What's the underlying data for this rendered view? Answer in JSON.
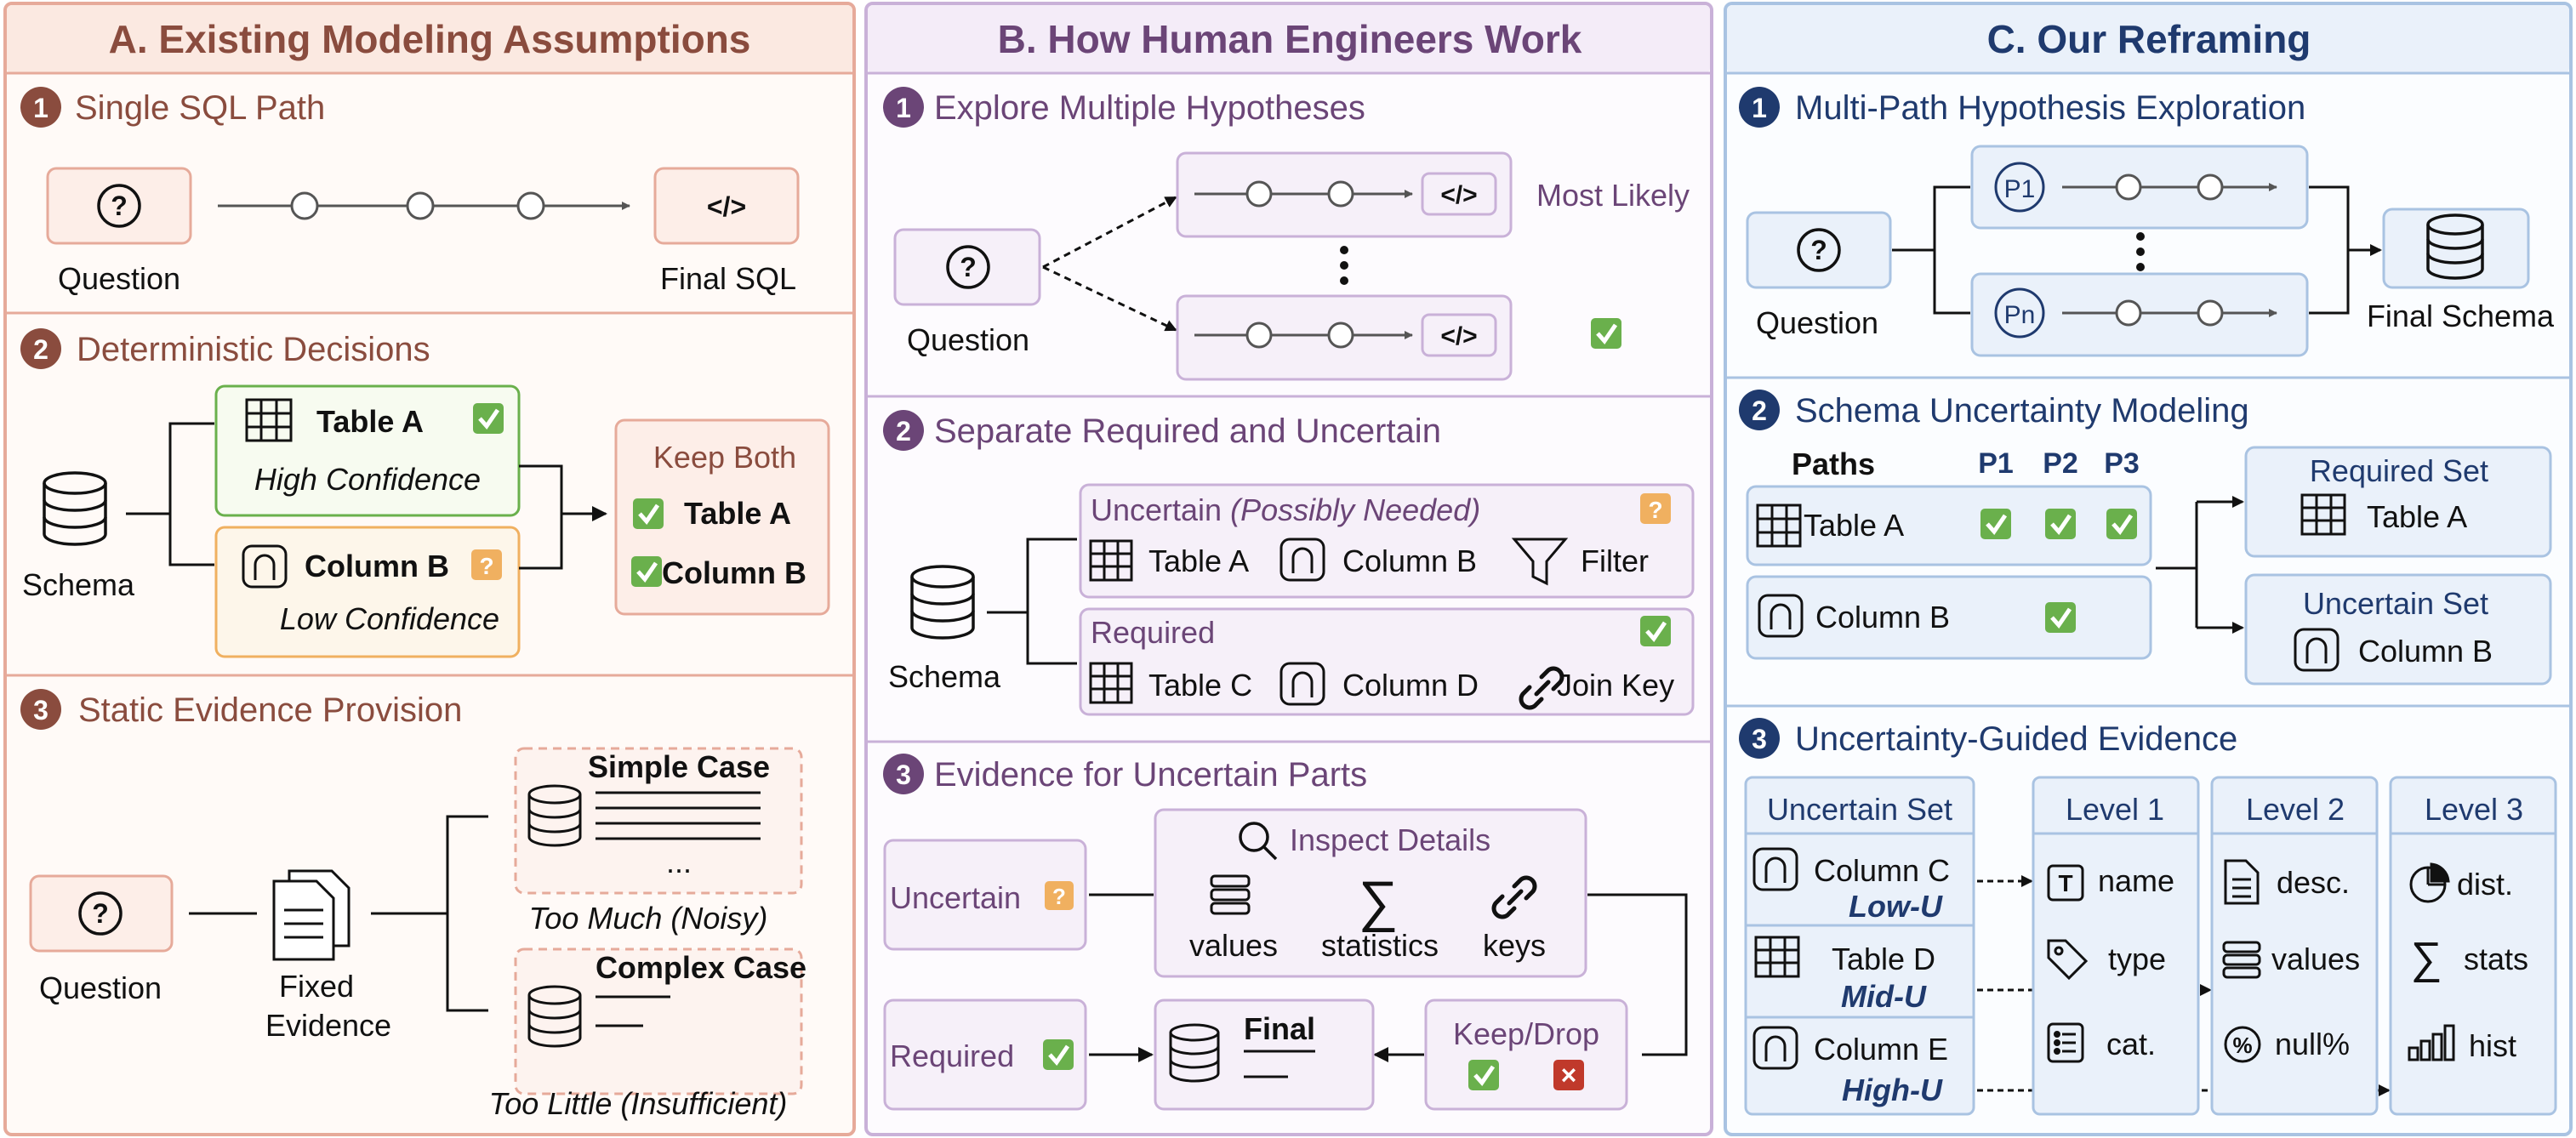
{
  "colors": {
    "panel_a_border": "#e6aa9a",
    "panel_a_header_bg": "#fbe9e1",
    "panel_a_title": "#8a4c3e",
    "panel_b_border": "#c9b1d8",
    "panel_b_header_bg": "#f4ecf8",
    "panel_b_title": "#6b4577",
    "panel_c_border": "#a9c3e2",
    "panel_c_header_bg": "#eaf1fa",
    "panel_c_title": "#1f3a6e",
    "check_green": "#6ab04c",
    "question_orange": "#f0b060",
    "cross_red": "#c0392b"
  },
  "panel_a": {
    "title": "A. Existing Modeling Assumptions",
    "s1": {
      "num": "1",
      "title": "Single SQL Path",
      "question_icon": "?",
      "question_label": "Question",
      "sql_icon": "</>",
      "sql_label": "Final SQL"
    },
    "s2": {
      "num": "2",
      "title": "Deterministic Decisions",
      "schema_label": "Schema",
      "table_a": "Table A",
      "high_conf": "High Confidence",
      "column_b": "Column B",
      "low_conf": "Low Confidence",
      "keep_both": "Keep Both",
      "keep_table": "Table A",
      "keep_column": "Column B",
      "qmark": "?"
    },
    "s3": {
      "num": "3",
      "title": "Static Evidence Provision",
      "question_icon": "?",
      "question_label": "Question",
      "fixed1": "Fixed",
      "fixed2": "Evidence",
      "simple": "Simple Case",
      "dots": "...",
      "too_much": "Too Much (Noisy)",
      "complex": "Complex Case",
      "too_little": "Too Little (Insufficient)"
    }
  },
  "panel_b": {
    "title": "B. How Human Engineers Work",
    "s1": {
      "num": "1",
      "title": "Explore Multiple Hypotheses",
      "question_icon": "?",
      "question_label": "Question",
      "sql_icon": "</>",
      "most_likely": "Most Likely"
    },
    "s2": {
      "num": "2",
      "title": "Separate Required and Uncertain",
      "schema_label": "Schema",
      "uncertain_title": "Uncertain",
      "possibly": "(Possibly Needed)",
      "u_table": "Table A",
      "u_column": "Column B",
      "u_filter": "Filter",
      "required_title": "Required",
      "r_table": "Table C",
      "r_column": "Column D",
      "r_join": "Join Key",
      "qmark": "?"
    },
    "s3": {
      "num": "3",
      "title": "Evidence for Uncertain Parts",
      "uncertain": "Uncertain",
      "inspect": "Inspect Details",
      "values": "values",
      "statistics": "statistics",
      "keys": "keys",
      "required": "Required",
      "final": "Final",
      "keep_drop": "Keep/Drop",
      "qmark": "?",
      "cross": "×"
    }
  },
  "panel_c": {
    "title": "C. Our Reframing",
    "s1": {
      "num": "1",
      "title": "Multi-Path Hypothesis Exploration",
      "question_icon": "?",
      "question_label": "Question",
      "p1": "P1",
      "pn": "Pn",
      "final_schema": "Final Schema"
    },
    "s2": {
      "num": "2",
      "title": "Schema Uncertainty Modeling",
      "paths": "Paths",
      "p1": "P1",
      "p2": "P2",
      "p3": "P3",
      "table_a": "Table A",
      "column_b": "Column B",
      "required_set": "Required Set",
      "req_table": "Table A",
      "uncertain_set": "Uncertain Set",
      "unc_column": "Column B"
    },
    "s3": {
      "num": "3",
      "title": "Uncertainty-Guided Evidence",
      "uncertain_set": "Uncertain Set",
      "col_c": "Column C",
      "low_u": "Low-U",
      "table_d": "Table D",
      "mid_u": "Mid-U",
      "col_e": "Column E",
      "high_u": "High-U",
      "level1": "Level 1",
      "l1_name": "name",
      "l1_type": "type",
      "l1_cat": "cat.",
      "level2": "Level 2",
      "l2_desc": "desc.",
      "l2_values": "values",
      "l2_null": "null%",
      "level3": "Level 3",
      "l3_dist": "dist.",
      "l3_stats": "stats",
      "l3_hist": "hist",
      "t_icon": "T",
      "pct_icon": "%"
    }
  }
}
